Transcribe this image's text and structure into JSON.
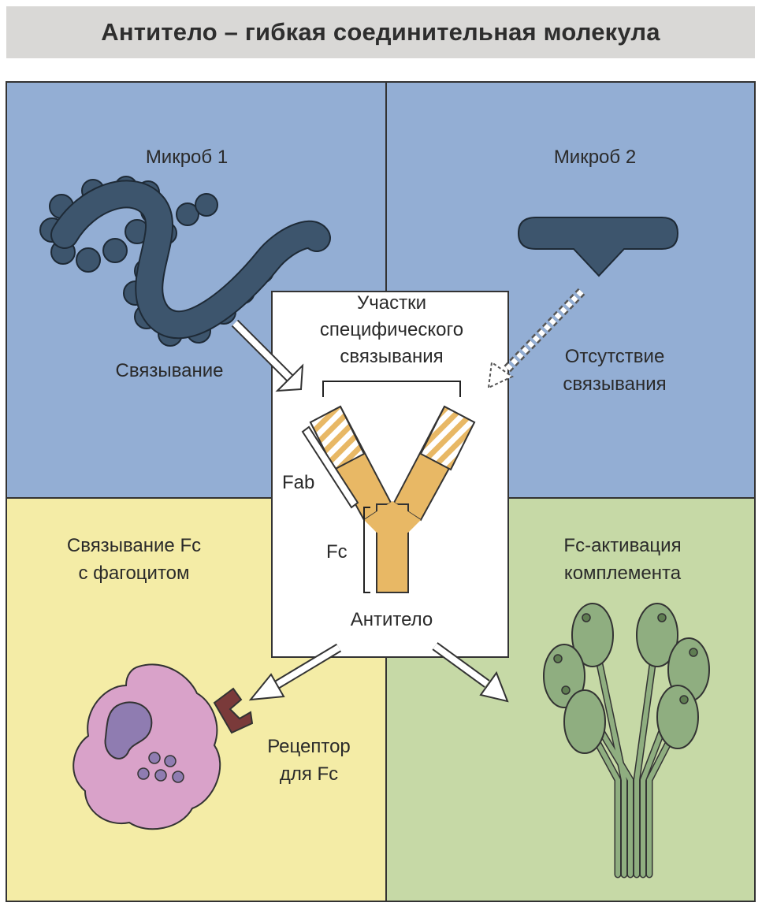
{
  "title": "Антитело – гибкая соединительная молекула",
  "quadrants": {
    "microbe1": {
      "label": "Микроб 1",
      "action": "Связывание"
    },
    "microbe2": {
      "label": "Микроб 2",
      "action_line1": "Отсутствие",
      "action_line2": "связывания"
    },
    "phagocyte": {
      "label_line1": "Связывание Fc",
      "label_line2": "с фагоцитом",
      "receptor_line1": "Рецептор",
      "receptor_line2": "для Fc"
    },
    "complement": {
      "label_line1": "Fc-активация",
      "label_line2": "комплемента"
    }
  },
  "antibody": {
    "sites_line1": "Участки",
    "sites_line2": "специфического",
    "sites_line3": "связывания",
    "fab": "Fab",
    "fc": "Fc",
    "name": "Антитело"
  },
  "colors": {
    "blue": "#93aed4",
    "yellow": "#f4eca6",
    "green": "#c6d9a6",
    "microbe": "#3d556d",
    "antibody": "#e8b865",
    "phagocyte": "#d9a2c9",
    "complement": "#8fae80"
  }
}
